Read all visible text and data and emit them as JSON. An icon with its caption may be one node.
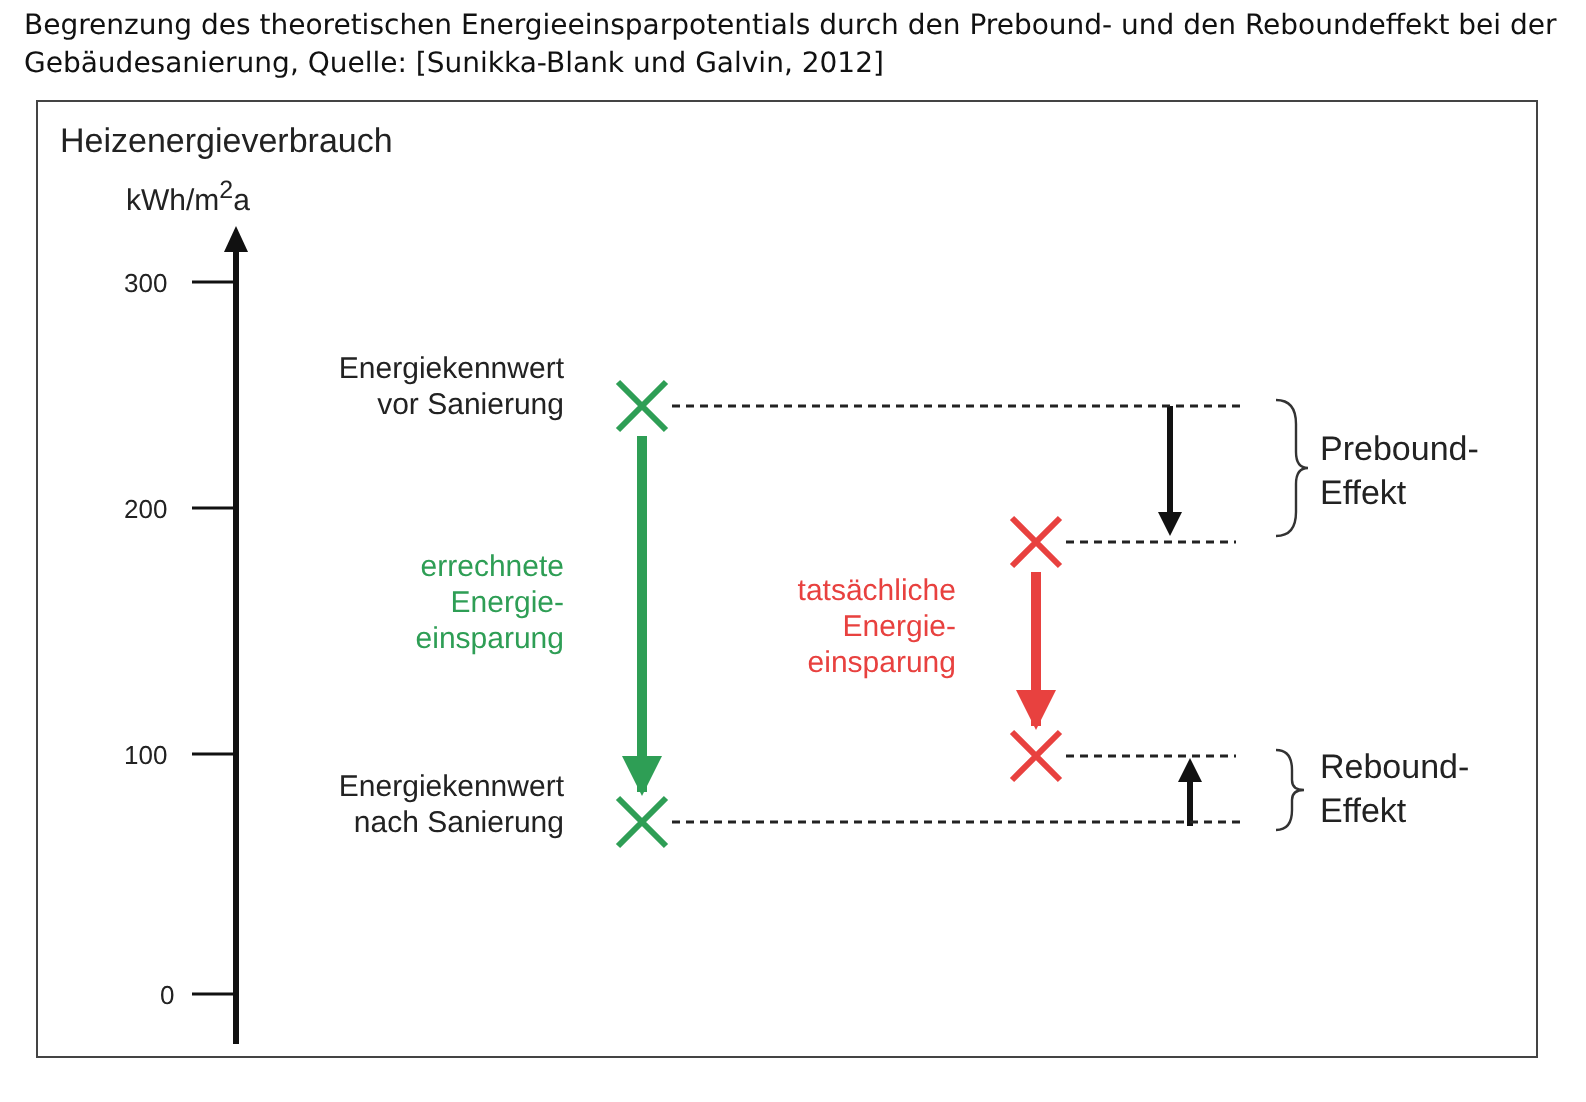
{
  "diagram": {
    "title": "Begrenzung des theoretischen Energieeinsparpotentials durch den Prebound- und den Reboundeffekt bei der Gebäudesanierung, Quelle: [Sunikka-Blank und Galvin, 2012]",
    "nodes": [
      {
        "text": [],
        "shape": "cross",
        "beside": [
          "Energiekennwert vor Sanierung"
        ]
      },
      {
        "text": [],
        "shape": "cross",
        "beside": [
          "Energiekennwert nach Sanierung"
        ]
      },
      {
        "text": [],
        "shape": "cross"
      },
      {
        "text": [],
        "shape": "cross"
      }
    ],
    "edges": [
      {
        "from": 0,
        "to": 1,
        "arrow": "to",
        "label": "errechnete Energie- einsparung",
        "style": "thick",
        "color": "#2e9e55"
      },
      {
        "from": 2,
        "to": 3,
        "arrow": "to",
        "label": "tatsächliche Energie- einsparung",
        "style": "thick",
        "color": "#e8413f"
      },
      {
        "from": 0,
        "to": null,
        "arrow": "none",
        "style": "dashed"
      },
      {
        "from": 2,
        "to": null,
        "arrow": "none",
        "style": "dashed"
      },
      {
        "from": 3,
        "to": null,
        "arrow": "none",
        "style": "dashed"
      },
      {
        "from": 1,
        "to": null,
        "arrow": "none",
        "style": "dashed"
      }
    ],
    "labels": [
      "Heizenergieverbrauch",
      "kWh/m$^{2}$a",
      "300",
      "Prebound- Effekt",
      "200",
      "100",
      "Rebound- Effekt",
      "0"
    ]
  }
}
